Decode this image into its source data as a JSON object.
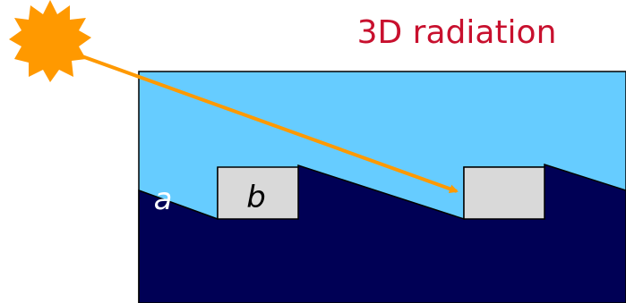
{
  "title": "3D radiation",
  "labels": {
    "a": "a",
    "b": "b"
  },
  "colors": {
    "title": "#c8102e",
    "sky": "#66ccff",
    "terrain": "#000055",
    "sun": "#ff9900",
    "ray": "#ff9900",
    "box_fill": "#d9d9d9",
    "outline": "#000000",
    "label_a": "#ffffff",
    "label_b": "#000000"
  },
  "icons": {
    "sun": "sun-icon",
    "ray": "arrow"
  }
}
